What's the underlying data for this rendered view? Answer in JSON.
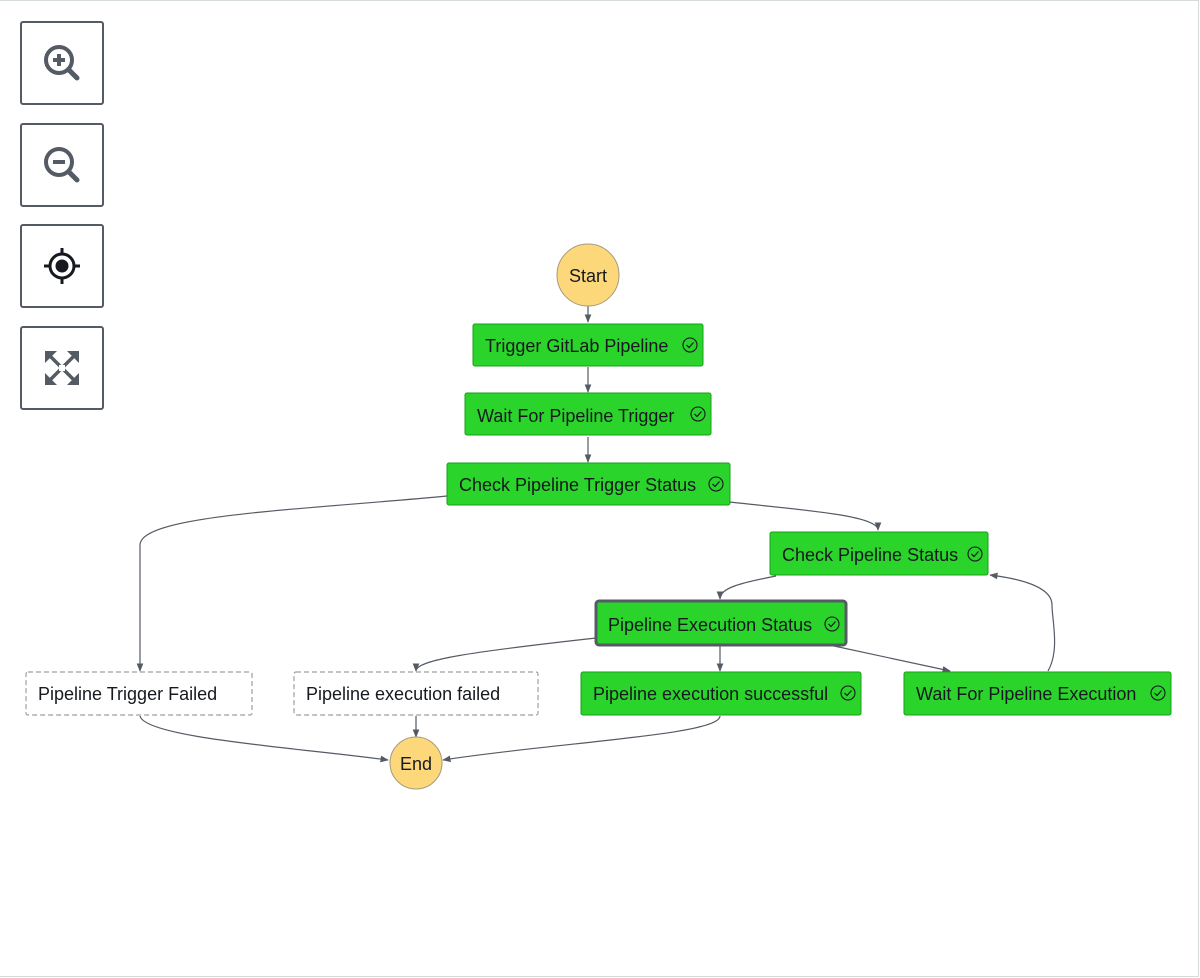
{
  "toolbar": {
    "zoom_in_icon": "zoom-in-icon",
    "zoom_out_icon": "zoom-out-icon",
    "center_icon": "crosshair-icon",
    "fit_icon": "fit-to-screen-icon"
  },
  "colors": {
    "success": "#2bd42b",
    "terminal": "#fdd87b",
    "pending_border": "#9aa0a6",
    "edge": "#545b64"
  },
  "graph": {
    "nodes": {
      "start": {
        "label": "Start",
        "status": "terminal"
      },
      "trigger_gitlab": {
        "label": "Trigger GitLab Pipeline",
        "status": "succeeded"
      },
      "wait_trigger": {
        "label": "Wait For Pipeline Trigger",
        "status": "succeeded"
      },
      "check_trigger_status": {
        "label": "Check Pipeline Trigger Status",
        "status": "succeeded"
      },
      "check_pipeline_status": {
        "label": "Check Pipeline Status",
        "status": "succeeded"
      },
      "pipeline_execution_status": {
        "label": "Pipeline Execution Status",
        "status": "succeeded",
        "selected": true
      },
      "trigger_failed": {
        "label": "Pipeline Trigger Failed",
        "status": "not-run"
      },
      "execution_failed": {
        "label": "Pipeline execution failed",
        "status": "not-run"
      },
      "execution_successful": {
        "label": "Pipeline execution successful",
        "status": "succeeded"
      },
      "wait_execution": {
        "label": "Wait For Pipeline Execution",
        "status": "succeeded"
      },
      "end": {
        "label": "End",
        "status": "terminal"
      }
    }
  }
}
